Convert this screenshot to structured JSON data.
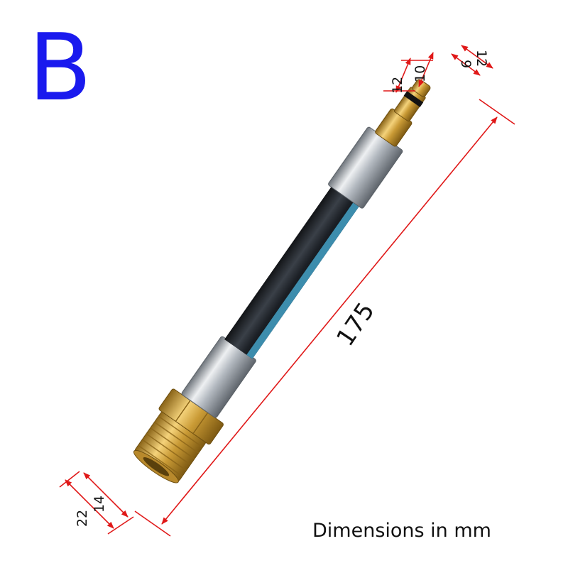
{
  "variant_label": "B",
  "caption": "Dimensions in mm",
  "dimensions": {
    "total_length": "175",
    "thread_outer": "22",
    "thread_inner": "14",
    "plug_section_a": "12",
    "plug_section_b": "10",
    "plug_inner": "9",
    "plug_outer": "12"
  },
  "colors": {
    "label": "#1a1aee",
    "dimension_line": "#e01818",
    "hose": "#1e2228",
    "hose_stripe": "#3f93b5",
    "ferrule": "#b7bcc2",
    "brass": "#c9a13b"
  }
}
